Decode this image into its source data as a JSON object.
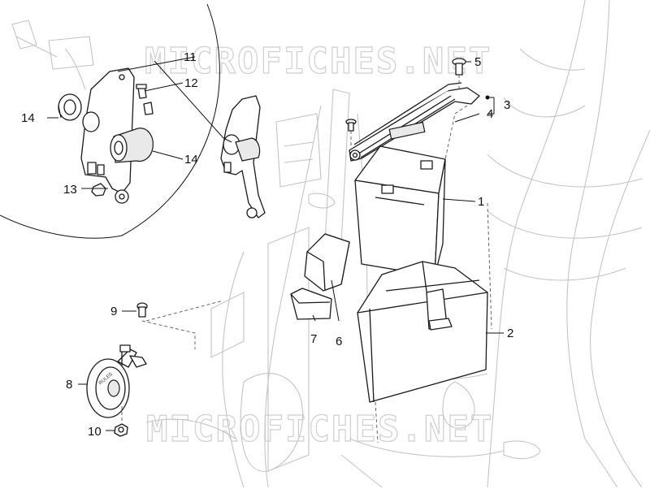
{
  "watermark": "MICROFICHES.NET",
  "callouts": {
    "n1": "1",
    "n2": "2",
    "n3": "3",
    "n4": "4",
    "n5": "5",
    "n6": "6",
    "n7": "7",
    "n8": "8",
    "n9": "9",
    "n10": "10",
    "n11": "11",
    "n12": "12",
    "n13": "13",
    "n14a": "14",
    "n14b": "14"
  },
  "horn_markings": {
    "face_text": "RULES"
  }
}
